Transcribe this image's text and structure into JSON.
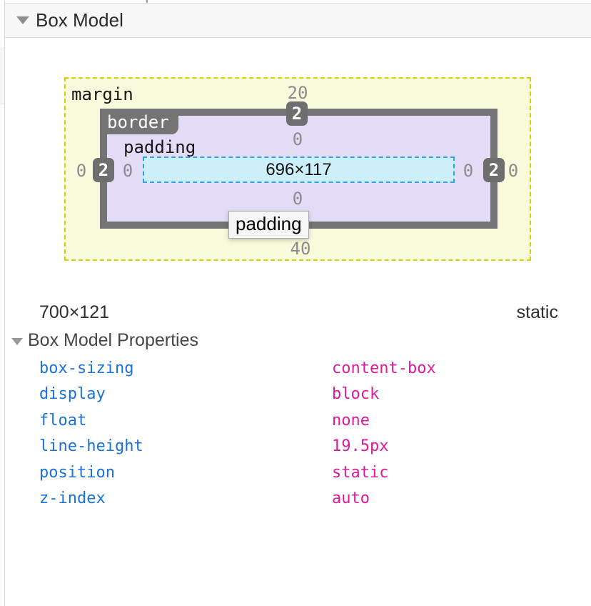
{
  "panel": {
    "header": {
      "title": "Box Model"
    },
    "diagram": {
      "margin_label": "margin",
      "border_label": "border",
      "padding_label": "padding",
      "content_size": "696×117",
      "tooltip": "padding",
      "values": {
        "margin_top": "20",
        "margin_bottom": "40",
        "margin_left": "0",
        "margin_right": "0",
        "border_top": "2",
        "border_bottom": "2",
        "border_left": "2",
        "border_right": "2",
        "padding_top": "0",
        "padding_bottom": "0",
        "padding_left": "0",
        "padding_right": "0"
      }
    },
    "summary": {
      "dimensions": "700×121",
      "position": "static"
    },
    "properties": {
      "title": "Box Model Properties",
      "rows": [
        {
          "name": "box-sizing",
          "value": "content-box"
        },
        {
          "name": "display",
          "value": "block"
        },
        {
          "name": "float",
          "value": "none"
        },
        {
          "name": "line-height",
          "value": "19.5px"
        },
        {
          "name": "position",
          "value": "static"
        },
        {
          "name": "z-index",
          "value": "auto"
        }
      ]
    },
    "colors": {
      "margin_fill": "#f9f9dc",
      "margin_dash": "#d2d200",
      "border_fill": "#747474",
      "padding_fill": "#e4dbf6",
      "content_fill": "#cdeffa",
      "content_dash": "#2fa0e6",
      "property_name": "#1a71dc",
      "property_value": "#df1a9a"
    }
  }
}
